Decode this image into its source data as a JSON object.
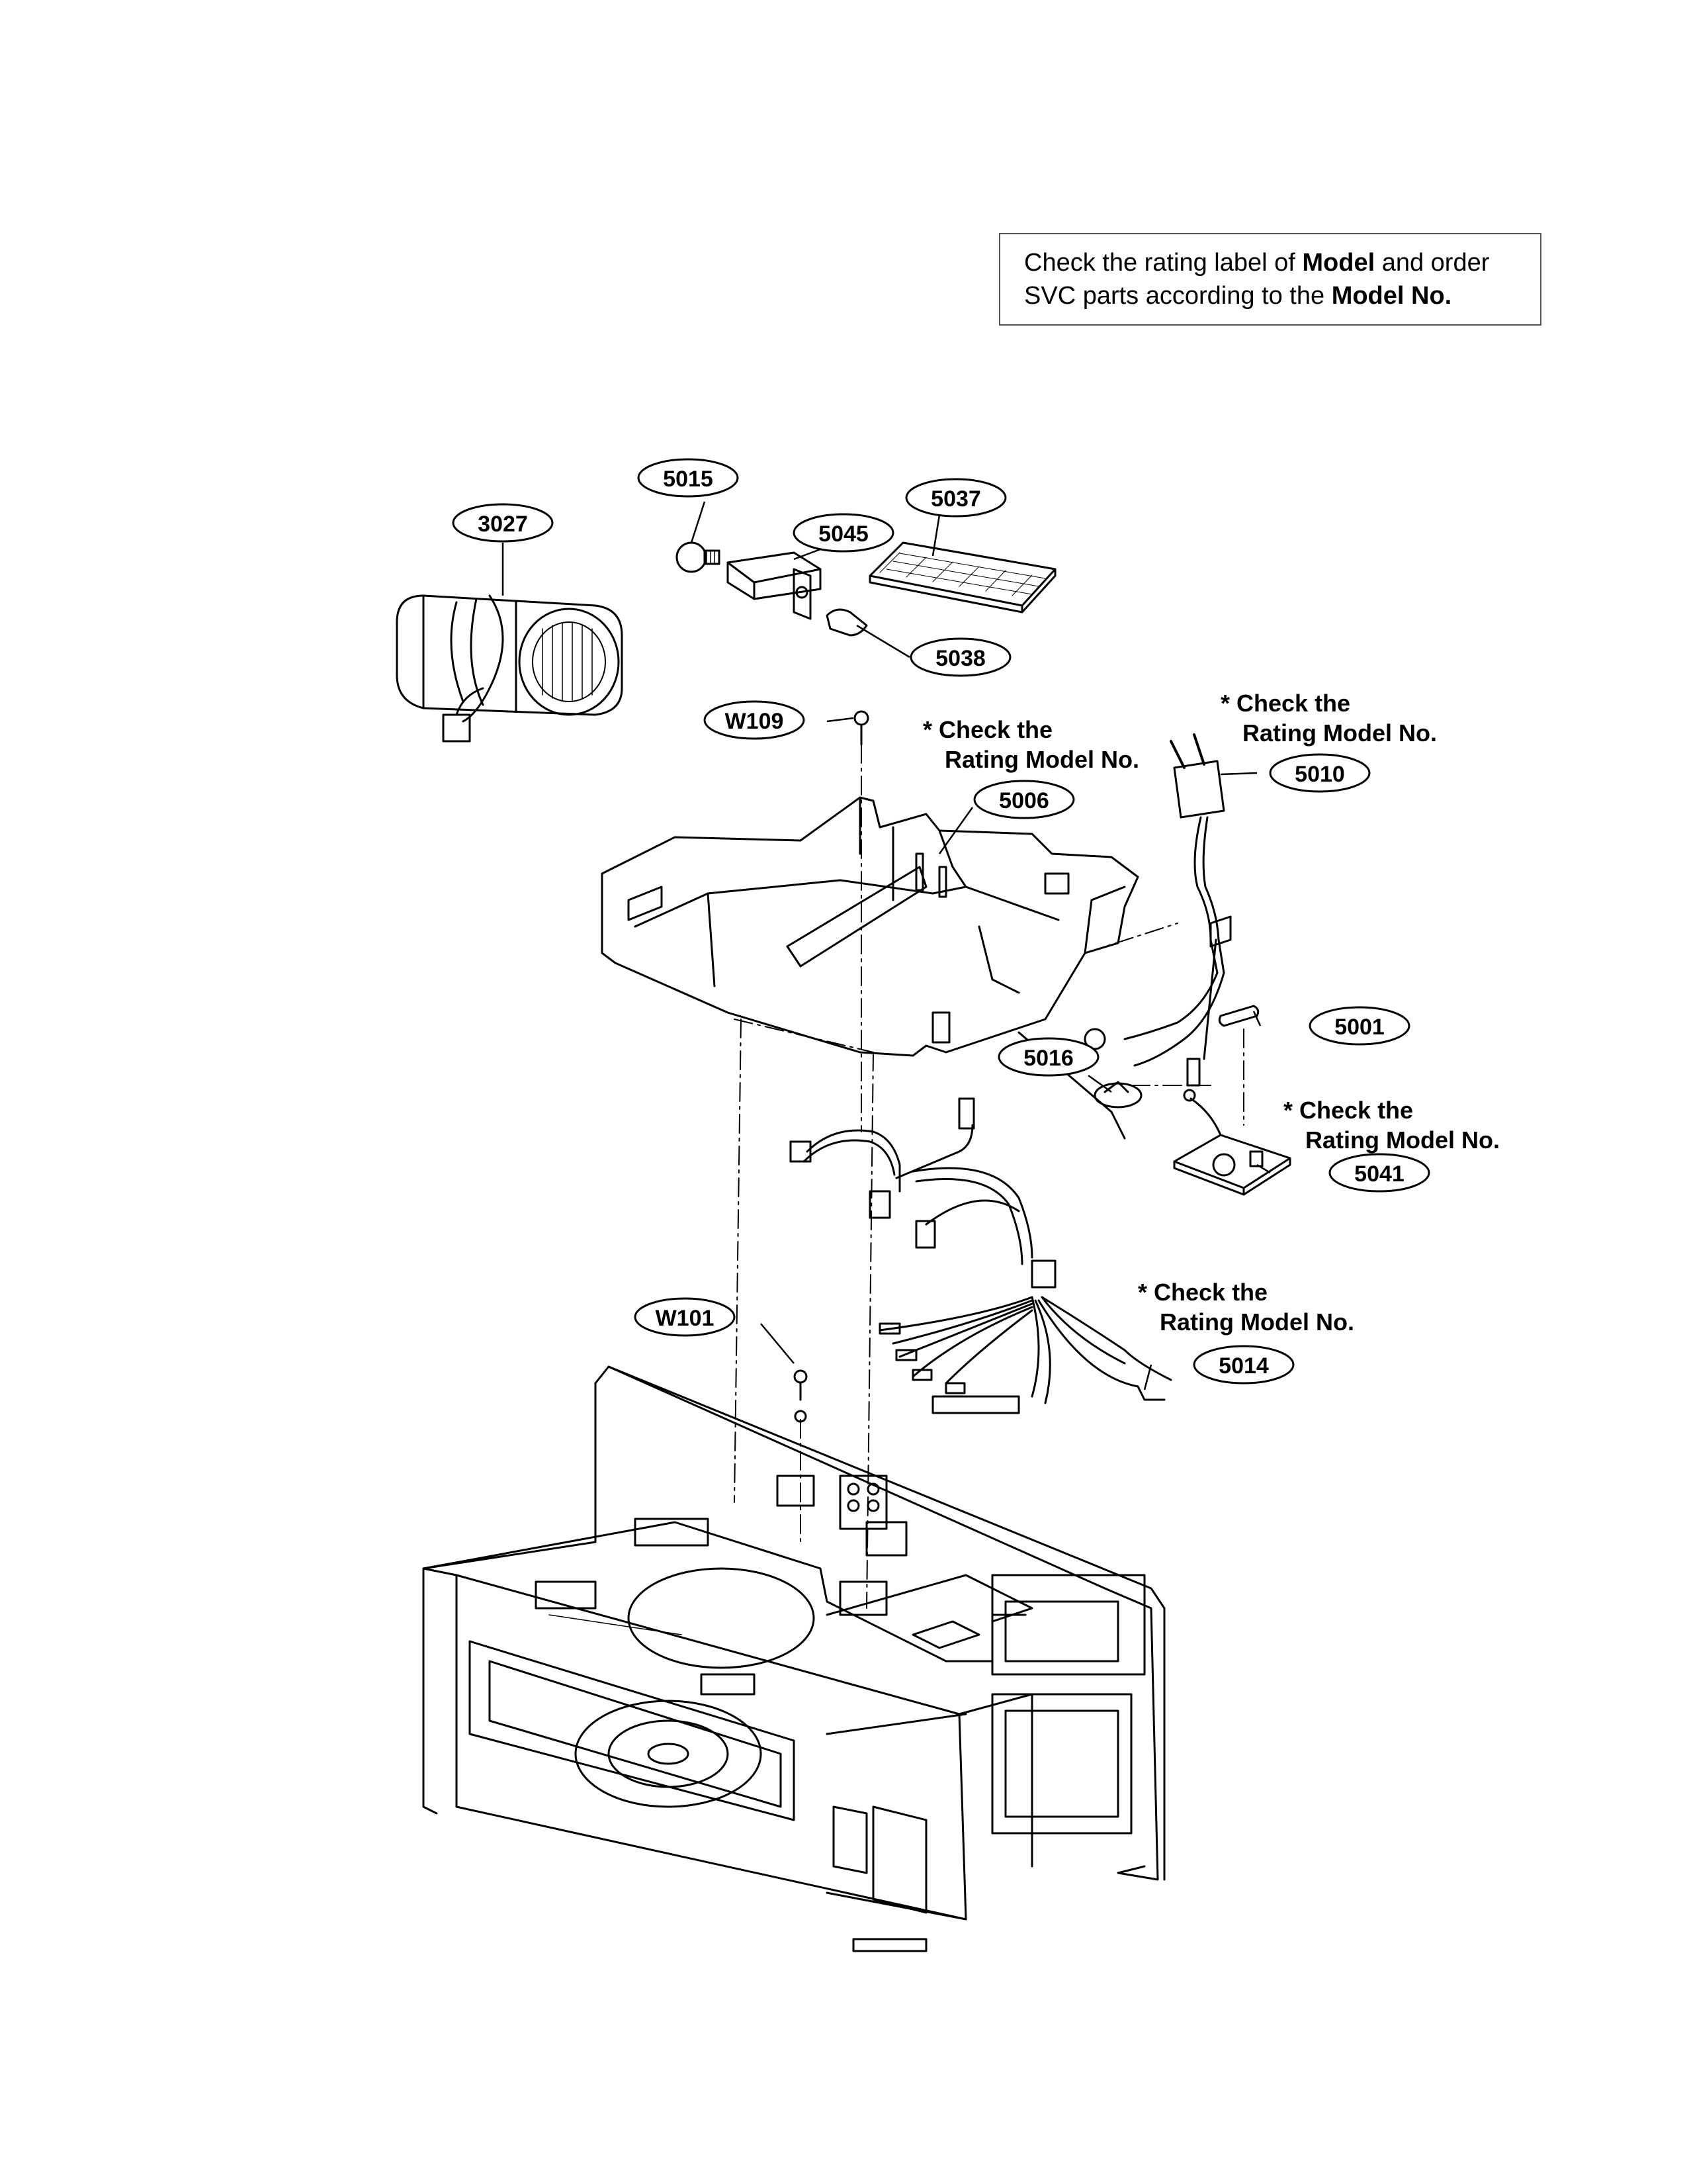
{
  "notice": {
    "line1_pre": "Check the rating label of ",
    "line1_bold": "Model",
    "line1_post": " and order",
    "line2_pre": "SVC parts according to the ",
    "line2_bold": "Model No."
  },
  "callouts": {
    "c3027": "3027",
    "c5015": "5015",
    "c5045": "5045",
    "c5037": "5037",
    "c5038": "5038",
    "cW109": "W109",
    "c5006": "5006",
    "c5010": "5010",
    "c5001": "5001",
    "c5016": "5016",
    "c5041": "5041",
    "cW101": "W101",
    "c5014": "5014"
  },
  "notes": {
    "check_line1": "* Check the",
    "check_line2": "Rating Model No."
  }
}
